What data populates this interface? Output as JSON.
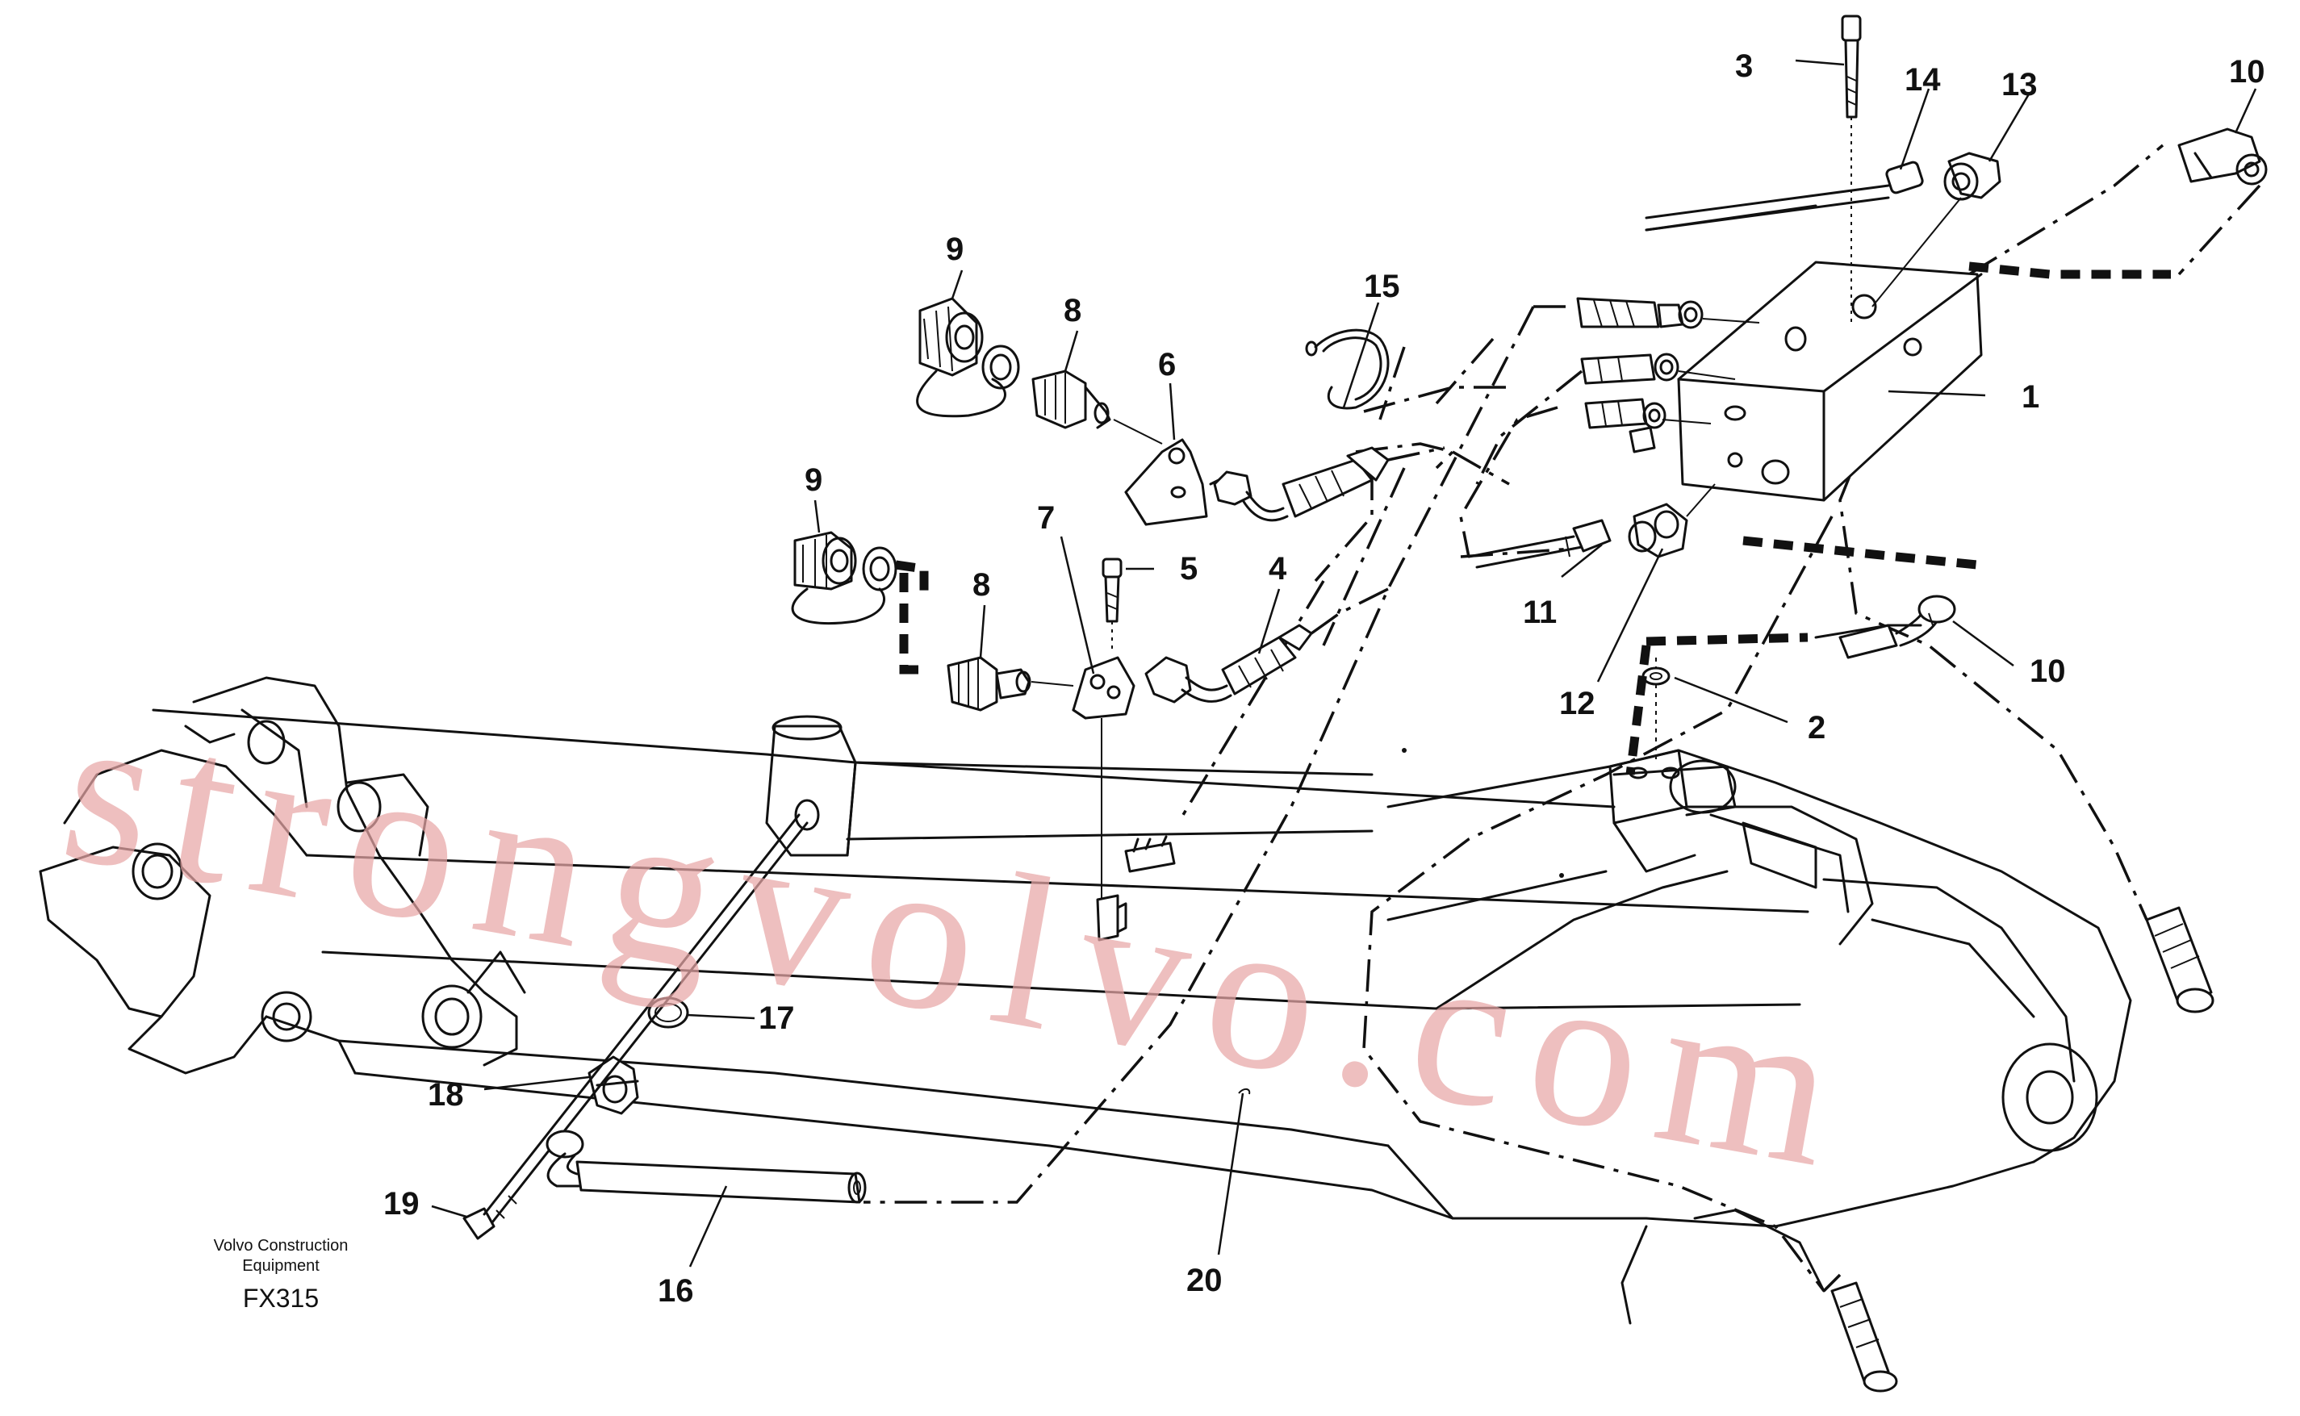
{
  "caption": {
    "line1": "Volvo Construction",
    "line2": "Equipment",
    "code": "FX315"
  },
  "watermark": "strongvolvo.com",
  "callouts": [
    {
      "id": "c1",
      "label": "1"
    },
    {
      "id": "c2",
      "label": "2"
    },
    {
      "id": "c3",
      "label": "3"
    },
    {
      "id": "c4",
      "label": "4"
    },
    {
      "id": "c5",
      "label": "5"
    },
    {
      "id": "c6",
      "label": "6"
    },
    {
      "id": "c7",
      "label": "7"
    },
    {
      "id": "c8a",
      "label": "8"
    },
    {
      "id": "c8b",
      "label": "8"
    },
    {
      "id": "c9a",
      "label": "9"
    },
    {
      "id": "c9b",
      "label": "9"
    },
    {
      "id": "c10a",
      "label": "10"
    },
    {
      "id": "c10b",
      "label": "10"
    },
    {
      "id": "c11",
      "label": "11"
    },
    {
      "id": "c12",
      "label": "12"
    },
    {
      "id": "c13",
      "label": "13"
    },
    {
      "id": "c14",
      "label": "14"
    },
    {
      "id": "c15",
      "label": "15"
    },
    {
      "id": "c16",
      "label": "16"
    },
    {
      "id": "c17",
      "label": "17"
    },
    {
      "id": "c18",
      "label": "18"
    },
    {
      "id": "c19",
      "label": "19"
    },
    {
      "id": "c20",
      "label": "20"
    }
  ]
}
